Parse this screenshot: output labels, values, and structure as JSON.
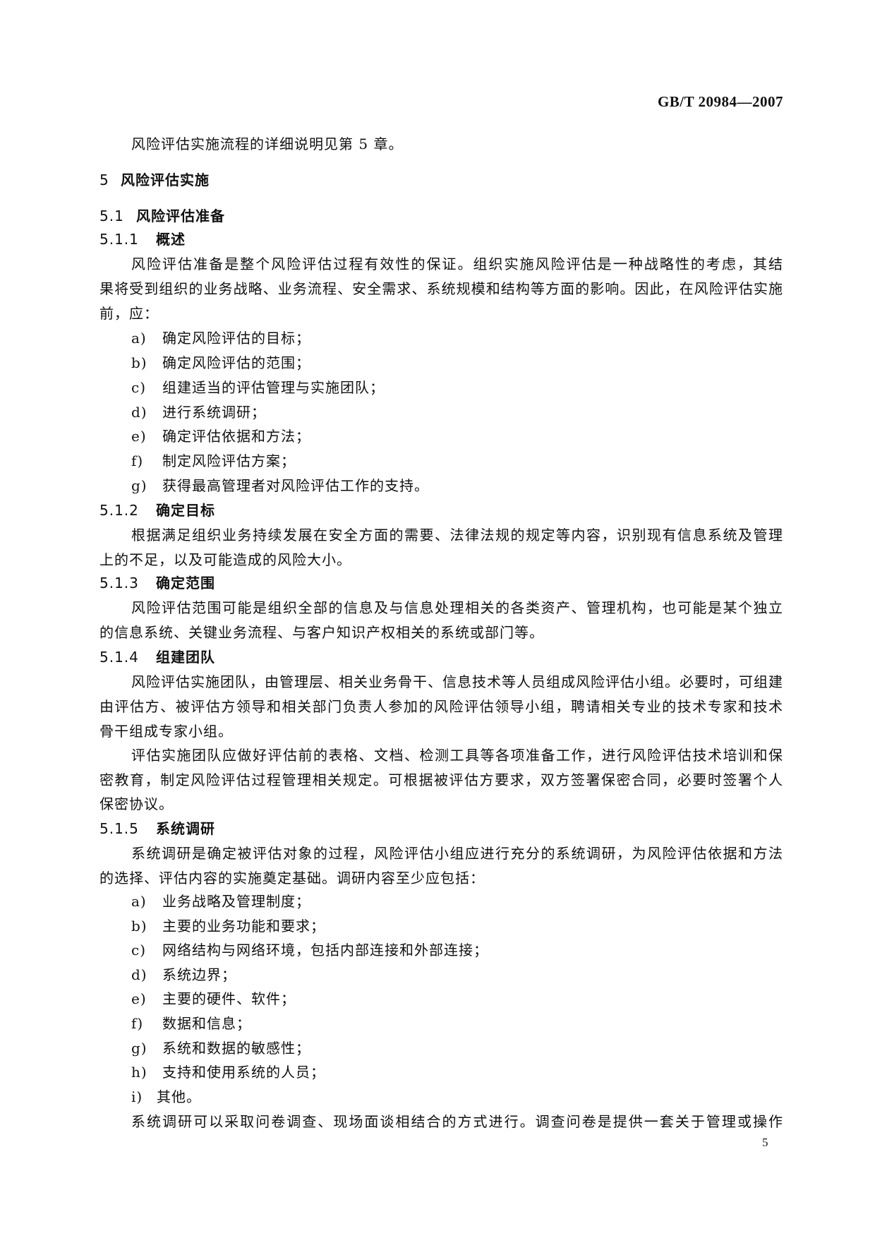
{
  "header": {
    "standard_number": "GB/T 20984—2007"
  },
  "intro": "风险评估实施流程的详细说明见第 5 章。",
  "h5": {
    "num": "5",
    "title": "风险评估实施"
  },
  "h51": {
    "num": "5.1",
    "title": "风险评估准备"
  },
  "h511": {
    "num": "5.1.1",
    "title": "概述"
  },
  "p511": [
    "风险评估准备是整个风险评估过程有效性的保证。组织实施风险评估是一种战略性的考虑，其结",
    "果将受到组织的业务战略、业务流程、安全需求、系统规模和结构等方面的影响。因此，在风险评估实施",
    "前，应："
  ],
  "list1": [
    {
      "label": "a)",
      "text": "确定风险评估的目标；"
    },
    {
      "label": "b)",
      "text": "确定风险评估的范围；"
    },
    {
      "label": "c)",
      "text": "组建适当的评估管理与实施团队；"
    },
    {
      "label": "d)",
      "text": "进行系统调研；"
    },
    {
      "label": "e)",
      "text": "确定评估依据和方法；"
    },
    {
      "label": "f)",
      "text": "制定风险评估方案；"
    },
    {
      "label": "g)",
      "text": "获得最高管理者对风险评估工作的支持。"
    }
  ],
  "h512": {
    "num": "5.1.2",
    "title": "确定目标"
  },
  "p512": [
    "根据满足组织业务持续发展在安全方面的需要、法律法规的规定等内容，识别现有信息系统及管理",
    "上的不足，以及可能造成的风险大小。"
  ],
  "h513": {
    "num": "5.1.3",
    "title": "确定范围"
  },
  "p513": [
    "风险评估范围可能是组织全部的信息及与信息处理相关的各类资产、管理机构，也可能是某个独立",
    "的信息系统、关键业务流程、与客户知识产权相关的系统或部门等。"
  ],
  "h514": {
    "num": "5.1.4",
    "title": "组建团队"
  },
  "p514a": [
    "风险评估实施团队，由管理层、相关业务骨干、信息技术等人员组成风险评估小组。必要时，可组建",
    "由评估方、被评估方领导和相关部门负责人参加的风险评估领导小组，聘请相关专业的技术专家和技术",
    "骨干组成专家小组。"
  ],
  "p514b": [
    "评估实施团队应做好评估前的表格、文档、检测工具等各项准备工作，进行风险评估技术培训和保",
    "密教育，制定风险评估过程管理相关规定。可根据被评估方要求，双方签署保密合同，必要时签署个人",
    "保密协议。"
  ],
  "h515": {
    "num": "5.1.5",
    "title": "系统调研"
  },
  "p515": [
    "系统调研是确定被评估对象的过程，风险评估小组应进行充分的系统调研，为风险评估依据和方法",
    "的选择、评估内容的实施奠定基础。调研内容至少应包括："
  ],
  "list2": [
    {
      "label": "a)",
      "text": "业务战略及管理制度；"
    },
    {
      "label": "b)",
      "text": "主要的业务功能和要求；"
    },
    {
      "label": "c)",
      "text": "网络结构与网络环境，包括内部连接和外部连接；"
    },
    {
      "label": "d)",
      "text": "系统边界；"
    },
    {
      "label": "e)",
      "text": "主要的硬件、软件；"
    },
    {
      "label": "f)",
      "text": "数据和信息；"
    },
    {
      "label": "g)",
      "text": "系统和数据的敏感性；"
    },
    {
      "label": "h)",
      "text": "支持和使用系统的人员；"
    },
    {
      "label": "i)",
      "text": "其他。"
    }
  ],
  "p515b": "系统调研可以采取问卷调查、现场面谈相结合的方式进行。调查问卷是提供一套关于管理或操作",
  "page_number": "5"
}
